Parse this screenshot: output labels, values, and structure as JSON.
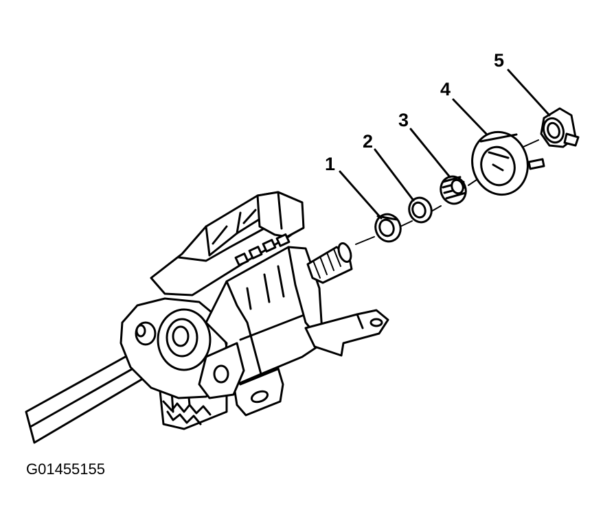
{
  "figure_id": "G01455155",
  "callouts": [
    {
      "number": "1"
    },
    {
      "number": "2"
    },
    {
      "number": "3"
    },
    {
      "number": "4"
    },
    {
      "number": "5"
    }
  ]
}
